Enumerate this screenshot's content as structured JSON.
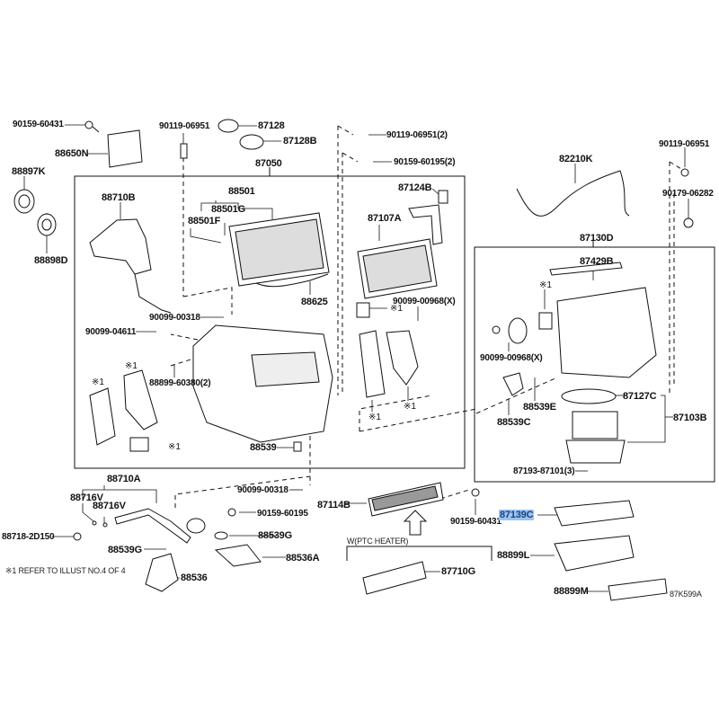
{
  "diagram": {
    "illustration_code": "87K599A",
    "footnote": "※1 REFER TO ILLUST NO.4 OF 4",
    "ptc_group_label": "W(PTC HEATER)",
    "ref_mark": "※1",
    "highlight_color": "#9cc3f2",
    "parts": {
      "p90159_60431_top": "90159-60431",
      "p88650N": "88650N",
      "p88897K": "88897K",
      "p88898D": "88898D",
      "p90119_06951_left": "90119-06951",
      "p87128": "87128",
      "p87128B": "87128B",
      "p87050": "87050",
      "p88710B": "88710B",
      "p88501": "88501",
      "p88501G": "88501G",
      "p88501F": "88501F",
      "p88625": "88625",
      "p90099_00318_a": "90099-00318",
      "p90099_04611": "90099-04611",
      "p88899_60380": "88899-60380(2)",
      "p88539": "88539",
      "p90119_06951_2": "90119-06951(2)",
      "p90159_60195_2": "90159-60195(2)",
      "p87124B": "87124B",
      "p87107A": "87107A",
      "p90099_00968_a": "90099-00968(X)",
      "p82210K": "82210K",
      "p90119_06951_right": "90119-06951",
      "p90179_06282": "90179-06282",
      "p87130D": "87130D",
      "p87429B": "87429B",
      "p90099_00968_b": "90099-00968(X)",
      "p88539E": "88539E",
      "p88539C": "88539C",
      "p87127C": "87127C",
      "p87103B": "87103B",
      "p87193_87101": "87193-87101(3)",
      "p88710A": "88710A",
      "p88716V_a": "88716V",
      "p88716V_b": "88716V",
      "p88718_2D150": "88718-2D150",
      "p90099_00318_b": "90099-00318",
      "p87114B": "87114B",
      "p90159_60195": "90159-60195",
      "p90159_60431_bottom": "90159-60431",
      "p87139C": "87139C",
      "p88539G_a": "88539G",
      "p88539G_b": "88539G",
      "p88536A": "88536A",
      "p88536": "88536",
      "p87710G": "87710G",
      "p88899L": "88899L",
      "p88899M": "88899M"
    }
  }
}
